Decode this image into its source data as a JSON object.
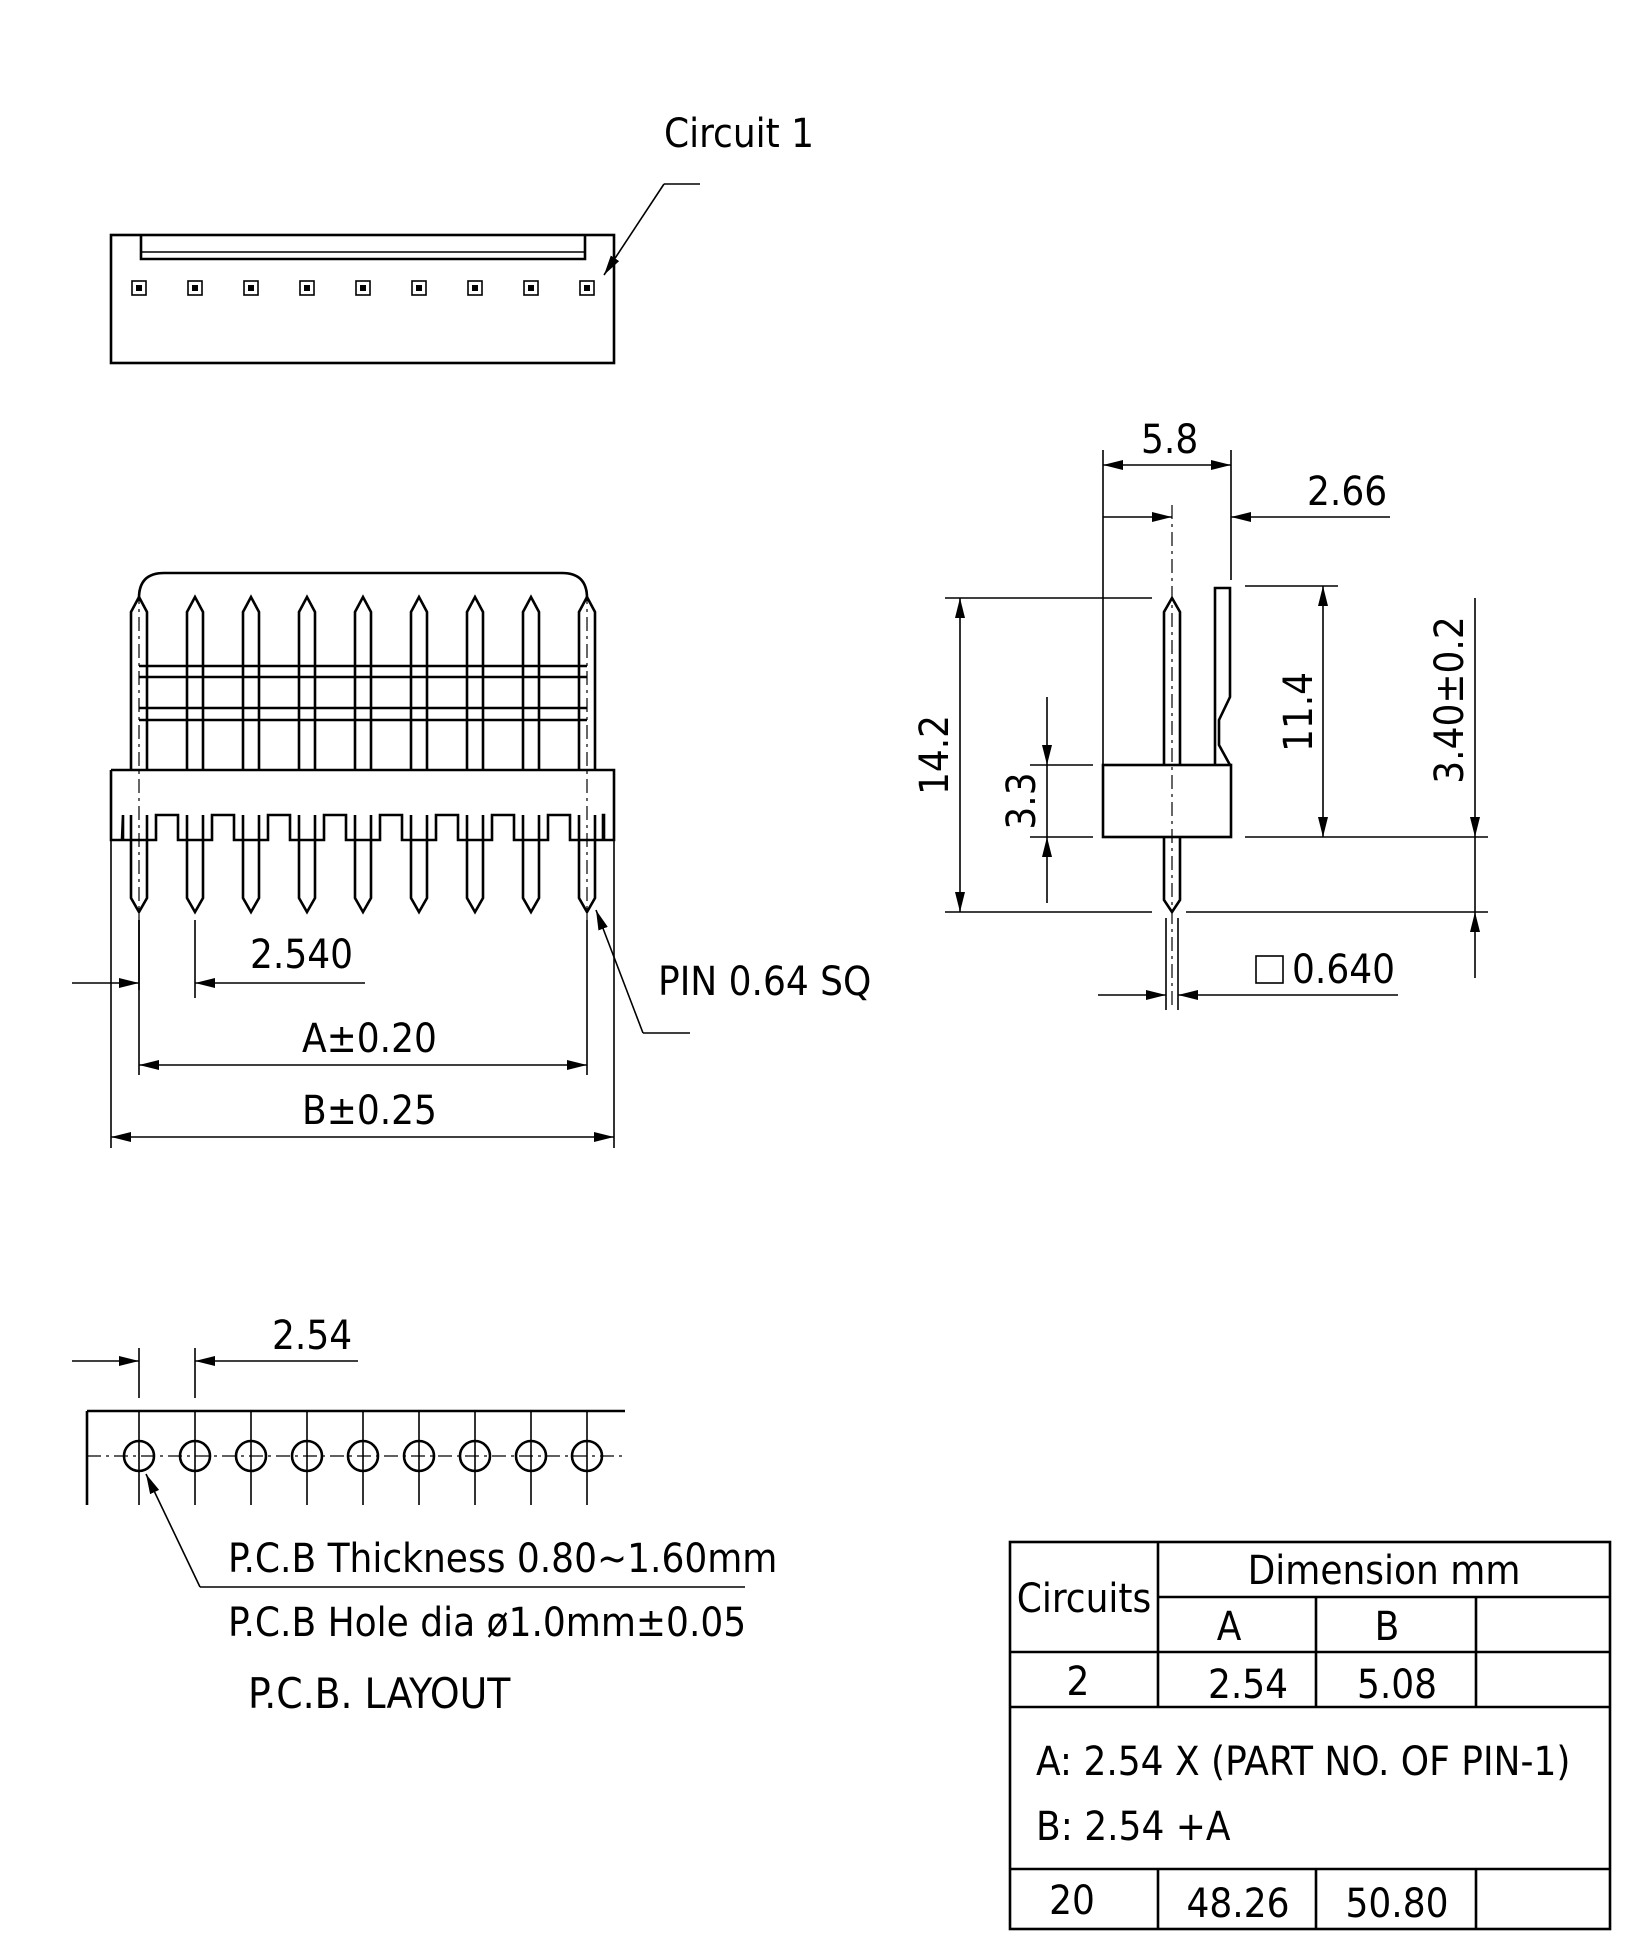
{
  "top_view": {
    "callout": "Circuit 1"
  },
  "front_view": {
    "pitch_dim": "2.540",
    "a_dim": "A±0.20",
    "b_dim": "B±0.25",
    "pin_note": "PIN 0.64 SQ"
  },
  "side_view": {
    "width_dim": "5.8",
    "offset_dim": "2.66",
    "total_height_dim": "14.2",
    "pin_above_dim": "11.4",
    "body_dim": "3.3",
    "tail_dim": "3.40±0.2",
    "pin_size_dim": "0.640"
  },
  "pcb_layout": {
    "pitch_dim": "2.54",
    "thickness_note": "P.C.B Thickness 0.80~1.60mm",
    "hole_note": "P.C.B Hole dia ø1.0mm±0.05",
    "title": "P.C.B. LAYOUT"
  },
  "dimension_table": {
    "col_circuits": "Circuits",
    "col_dimension": "Dimension mm",
    "col_a": "A",
    "col_b": "B",
    "row_first": {
      "circuits": "2",
      "a": "2.54",
      "b": "5.08"
    },
    "formula_a": "A: 2.54 X (PART NO. OF PIN-1)",
    "formula_b": "B: 2.54 +A",
    "row_last": {
      "circuits": "20",
      "a": "48.26",
      "b": "50.80"
    }
  }
}
